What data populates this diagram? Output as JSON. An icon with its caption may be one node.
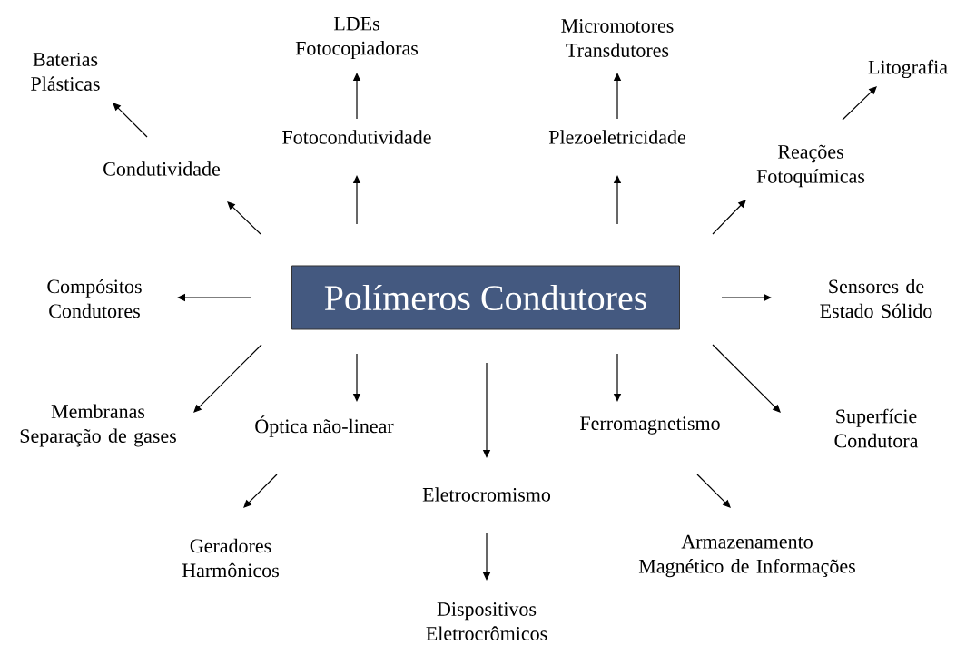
{
  "diagram": {
    "nodes": [
      {
        "text": [
          "Polímeros Condutores"
        ]
      },
      {
        "text": [
          "Condutividade"
        ]
      },
      {
        "text": [
          "Baterias Plásticas"
        ]
      },
      {
        "text": [
          "Fotocondutividade"
        ]
      },
      {
        "text": [
          "LDEs Fotocopiadoras"
        ]
      },
      {
        "text": [
          "Plezoeletricidade"
        ]
      },
      {
        "text": [
          "Micromotores Transdutores"
        ]
      },
      {
        "text": [
          "Reações Fotoquímicas"
        ]
      },
      {
        "text": [
          "Litografia"
        ]
      },
      {
        "text": [
          "Compósitos Condutores"
        ]
      },
      {
        "text": [
          "Sensores de Estado Sólido"
        ]
      },
      {
        "text": [
          "Membranas Separação de gases"
        ]
      },
      {
        "text": [
          "Óptica não-linear"
        ]
      },
      {
        "text": [
          "Geradores Harmônicos"
        ]
      },
      {
        "text": [
          "Eletrocromismo"
        ]
      },
      {
        "text": [
          "Dispositivos Eletrocrômicos"
        ]
      },
      {
        "text": [
          "Ferromagnetismo"
        ]
      },
      {
        "text": [
          "Armazenamento Magnético de Informações"
        ]
      },
      {
        "text": [
          "Superfície Condutora"
        ]
      }
    ],
    "edges": [
      {
        "from": 0,
        "to": 1,
        "arrow": "to"
      },
      {
        "from": 1,
        "to": 2,
        "arrow": "to"
      },
      {
        "from": 0,
        "to": 3,
        "arrow": "to"
      },
      {
        "from": 3,
        "to": 4,
        "arrow": "to"
      },
      {
        "from": 0,
        "to": 5,
        "arrow": "to"
      },
      {
        "from": 5,
        "to": 6,
        "arrow": "to"
      },
      {
        "from": 0,
        "to": 7,
        "arrow": "to"
      },
      {
        "from": 7,
        "to": 8,
        "arrow": "to"
      },
      {
        "from": 0,
        "to": 9,
        "arrow": "to"
      },
      {
        "from": 0,
        "to": 10,
        "arrow": "to"
      },
      {
        "from": 0,
        "to": 11,
        "arrow": "to"
      },
      {
        "from": 0,
        "to": 12,
        "arrow": "to"
      },
      {
        "from": 12,
        "to": 13,
        "arrow": "to"
      },
      {
        "from": 0,
        "to": 14,
        "arrow": "to"
      },
      {
        "from": 14,
        "to": 15,
        "arrow": "to"
      },
      {
        "from": 0,
        "to": 16,
        "arrow": "to"
      },
      {
        "from": 16,
        "to": 17,
        "arrow": "to"
      },
      {
        "from": 0,
        "to": 18,
        "arrow": "to"
      }
    ]
  }
}
